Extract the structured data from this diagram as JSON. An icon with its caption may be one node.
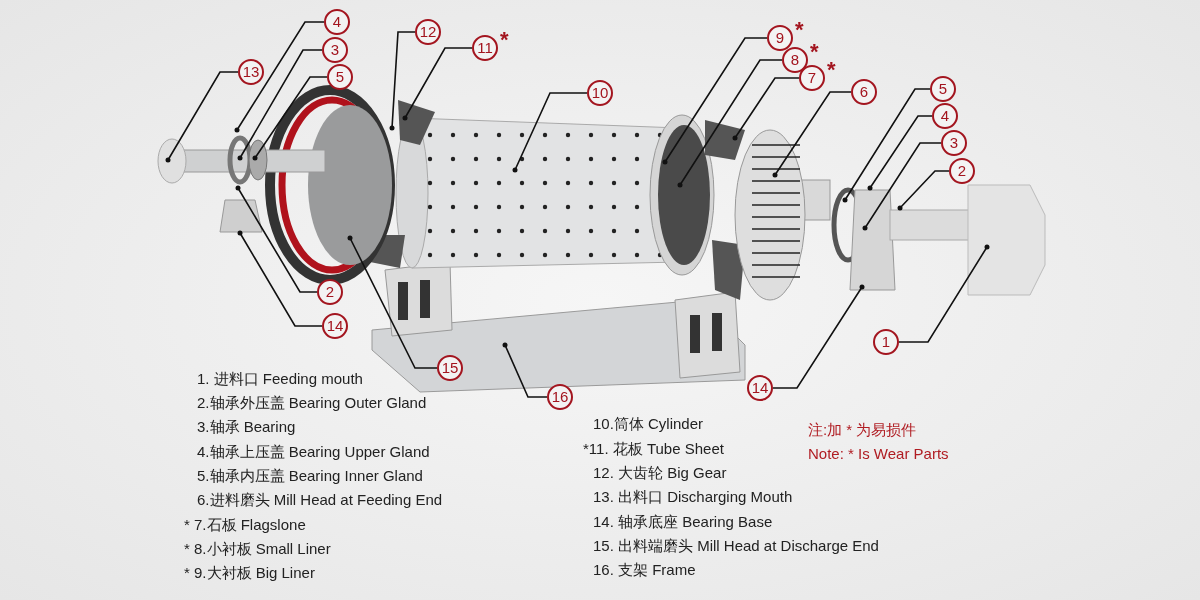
{
  "diagram": {
    "nodes": [
      {
        "text": [
          "4"
        ]
      },
      {
        "text": [
          "3"
        ]
      },
      {
        "text": [
          "5"
        ]
      },
      {
        "text": [
          "12"
        ]
      },
      {
        "text": [
          "11"
        ],
        "beside": [
          "*"
        ]
      },
      {
        "text": [
          "13"
        ]
      },
      {
        "text": [
          "10"
        ]
      },
      {
        "text": [
          "9"
        ],
        "beside": [
          "*"
        ]
      },
      {
        "text": [
          "8"
        ],
        "beside": [
          "*"
        ]
      },
      {
        "text": [
          "7"
        ],
        "beside": [
          "*"
        ]
      },
      {
        "text": [
          "6"
        ]
      },
      {
        "text": [
          "5"
        ]
      },
      {
        "text": [
          "4"
        ]
      },
      {
        "text": [
          "3"
        ]
      },
      {
        "text": [
          "2"
        ]
      },
      {
        "text": [
          "2"
        ]
      },
      {
        "text": [
          "14"
        ]
      },
      {
        "text": [
          "1"
        ]
      },
      {
        "text": [
          "15"
        ]
      },
      {
        "text": [
          "14"
        ]
      },
      {
        "text": [
          "16"
        ]
      }
    ],
    "edges": [
      {
        "from": 0,
        "to": null,
        "arrow": "other"
      },
      {
        "from": 1,
        "to": null,
        "arrow": "other"
      },
      {
        "from": 2,
        "to": null,
        "arrow": "other"
      },
      {
        "from": 3,
        "to": null,
        "arrow": "other"
      },
      {
        "from": 4,
        "to": null,
        "arrow": "other"
      },
      {
        "from": 5,
        "to": null,
        "arrow": "other"
      },
      {
        "from": 6,
        "to": null,
        "arrow": "other"
      },
      {
        "from": 7,
        "to": null,
        "arrow": "other"
      },
      {
        "from": 8,
        "to": null,
        "arrow": "other"
      },
      {
        "from": 9,
        "to": null,
        "arrow": "other"
      },
      {
        "from": 10,
        "to": null,
        "arrow": "other"
      },
      {
        "from": 11,
        "to": null,
        "arrow": "other"
      },
      {
        "from": 12,
        "to": null,
        "arrow": "other"
      },
      {
        "from": 13,
        "to": null,
        "arrow": "other"
      },
      {
        "from": 14,
        "to": null,
        "arrow": "other"
      },
      {
        "from": 15,
        "to": null,
        "arrow": "other"
      },
      {
        "from": 16,
        "to": null,
        "arrow": "other"
      },
      {
        "from": 17,
        "to": null,
        "arrow": "other"
      },
      {
        "from": 18,
        "to": null,
        "arrow": "other"
      },
      {
        "from": 19,
        "to": null,
        "arrow": "other"
      },
      {
        "from": 20,
        "to": null,
        "arrow": "other"
      }
    ],
    "labels": [
      "1. 进料口 Feeding mouth",
      "2.轴承外压盖 Bearing Outer Gland",
      "3.轴承 Bearing",
      "4.轴承上压盖 Bearing Upper Gland",
      "5.轴承内压盖 Bearing Inner Gland",
      "6.进料磨头 Mill Head at Feeding End",
      "* 7.石板 Flagslone",
      "* 8.小衬板 Small Liner",
      "* 9.大衬板 Big Liner",
      "10.筒体 Cylinder",
      "*11. 花板 Tube Sheet",
      "12. 大齿轮 Big Gear",
      "13. 出料口 Discharging Mouth",
      "14. 轴承底座 Bearing Base",
      "15. 出料端磨头 Mill Head at Discharge End",
      "16. 支架 Frame",
      "注:加 * 为易损件",
      "Note: * Is Wear Parts"
    ]
  }
}
